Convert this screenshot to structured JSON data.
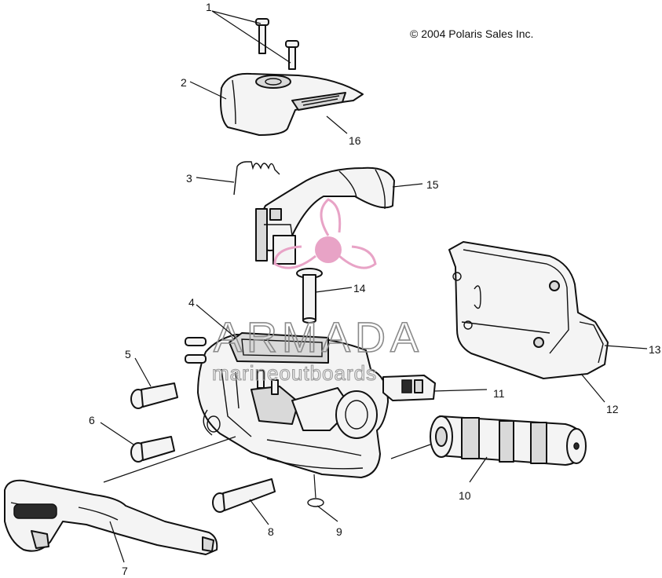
{
  "copyright": "© 2004 Polaris Sales Inc.",
  "watermark": {
    "brand": "ARMADA",
    "tagline": "marineoutboards",
    "logo_icon": "propeller-logo-icon",
    "logo_color": "#e8a3c6"
  },
  "callouts": {
    "c1": "1",
    "c2": "2",
    "c3": "3",
    "c4": "4",
    "c5": "5",
    "c6": "6",
    "c7": "7",
    "c8": "8",
    "c9": "9",
    "c10": "10",
    "c11": "11",
    "c12": "12",
    "c13": "13",
    "c14": "14",
    "c15": "15",
    "c16": "16"
  }
}
